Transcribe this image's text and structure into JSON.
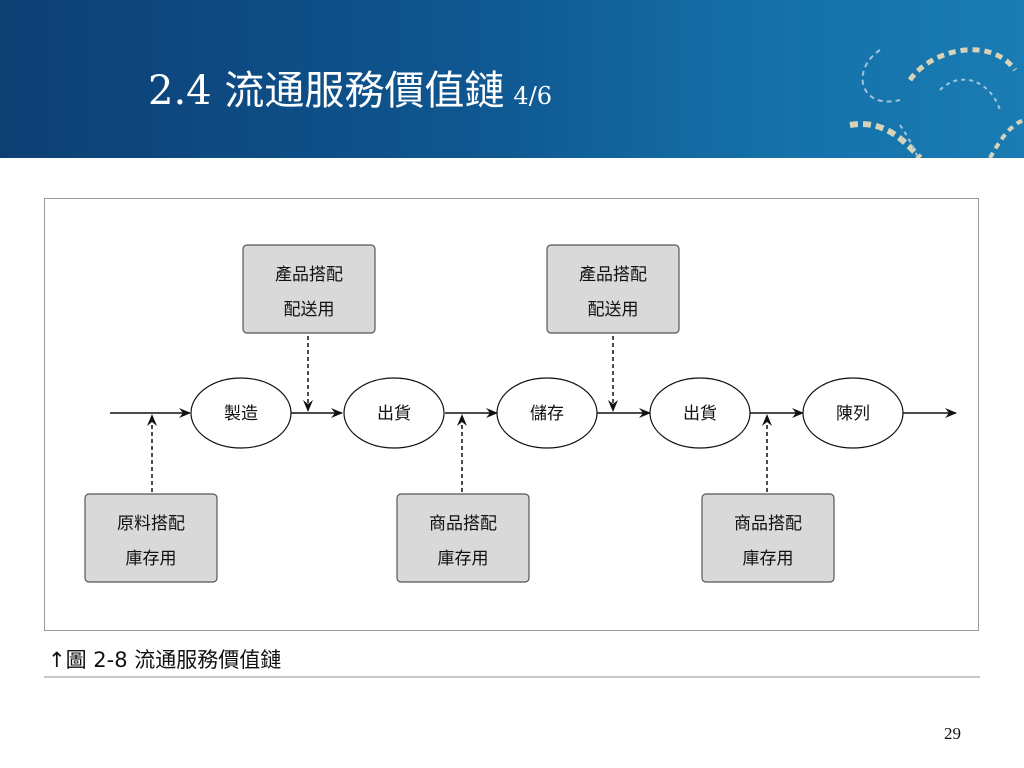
{
  "slide": {
    "title_main": "2.4  流通服務價值鏈",
    "title_sub": "4/6",
    "page_number": "29"
  },
  "figure": {
    "caption": "↑圖 2-8  流通服務價值鏈",
    "nodes": [
      "製造",
      "出貨",
      "儲存",
      "出貨",
      "陳列"
    ],
    "top_boxes": [
      {
        "line1": "產品搭配",
        "line2": "配送用"
      },
      {
        "line1": "產品搭配",
        "line2": "配送用"
      }
    ],
    "bottom_boxes": [
      {
        "line1": "原料搭配",
        "line2": "庫存用"
      },
      {
        "line1": "商品搭配",
        "line2": "庫存用"
      },
      {
        "line1": "商品搭配",
        "line2": "庫存用"
      }
    ]
  },
  "colors": {
    "header_bg": "#0f5690",
    "box_fill": "#d9d9d9",
    "box_stroke": "#555555"
  }
}
